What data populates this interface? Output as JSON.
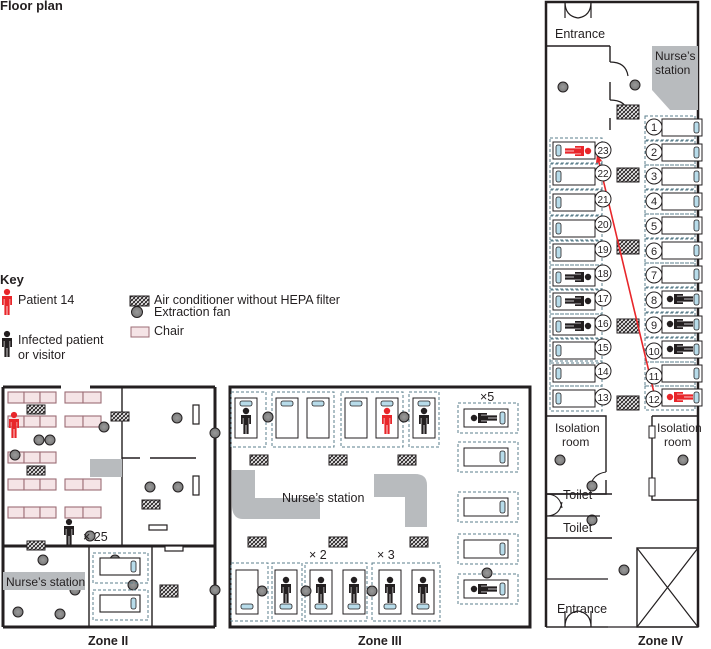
{
  "title": "Floor plan",
  "key": {
    "title": "Key",
    "patient14": "Patient 14",
    "infected_line1": "Infected patient",
    "infected_line2": "or visitor",
    "air_conditioner": "Air conditioner without HEPA filter",
    "extraction_fan": "Extraction fan",
    "chair": "Chair"
  },
  "zones": {
    "zone2": {
      "label": "Zone II",
      "nurses_station": "Nurse’s station",
      "multiplier": "× 25"
    },
    "zone3": {
      "label": "Zone III",
      "nurses_station": "Nurse’s station",
      "mult_x2": "× 2",
      "mult_x3": "× 3",
      "mult_x5": "×5"
    },
    "zone4": {
      "label": "Zone IV",
      "entrance_top": "Entrance",
      "entrance_bottom": "Entrance",
      "nurses_station_line1": "Nurse’s",
      "nurses_station_line2": "station",
      "isolation_left_1": "Isolation",
      "isolation_left_2": "room",
      "isolation_right_1": "Isolation",
      "isolation_right_2": "room",
      "toilet_1": "Toilet",
      "toilet_2": "Toilet",
      "beds_right": [
        "1",
        "2",
        "3",
        "4",
        "5",
        "6",
        "7",
        "8",
        "9",
        "10",
        "11",
        "12"
      ],
      "beds_left": [
        "23",
        "22",
        "21",
        "20",
        "19",
        "18",
        "17",
        "16",
        "15",
        "14",
        "13"
      ]
    }
  },
  "colors": {
    "patient14": "#e8262a",
    "infected": "#231f20",
    "station": "#b8bbbe",
    "chair_fill": "#f5e4e6",
    "chair_stroke": "#9c6d75",
    "dashed": "#5b7f8c",
    "pillow": "#b8dcea"
  },
  "icons": {
    "patient14": "person-red-icon",
    "infected": "person-black-icon",
    "air_conditioner": "crosshatch-box-icon",
    "extraction_fan": "grey-circle-icon",
    "chair": "pink-rectangle-icon"
  }
}
